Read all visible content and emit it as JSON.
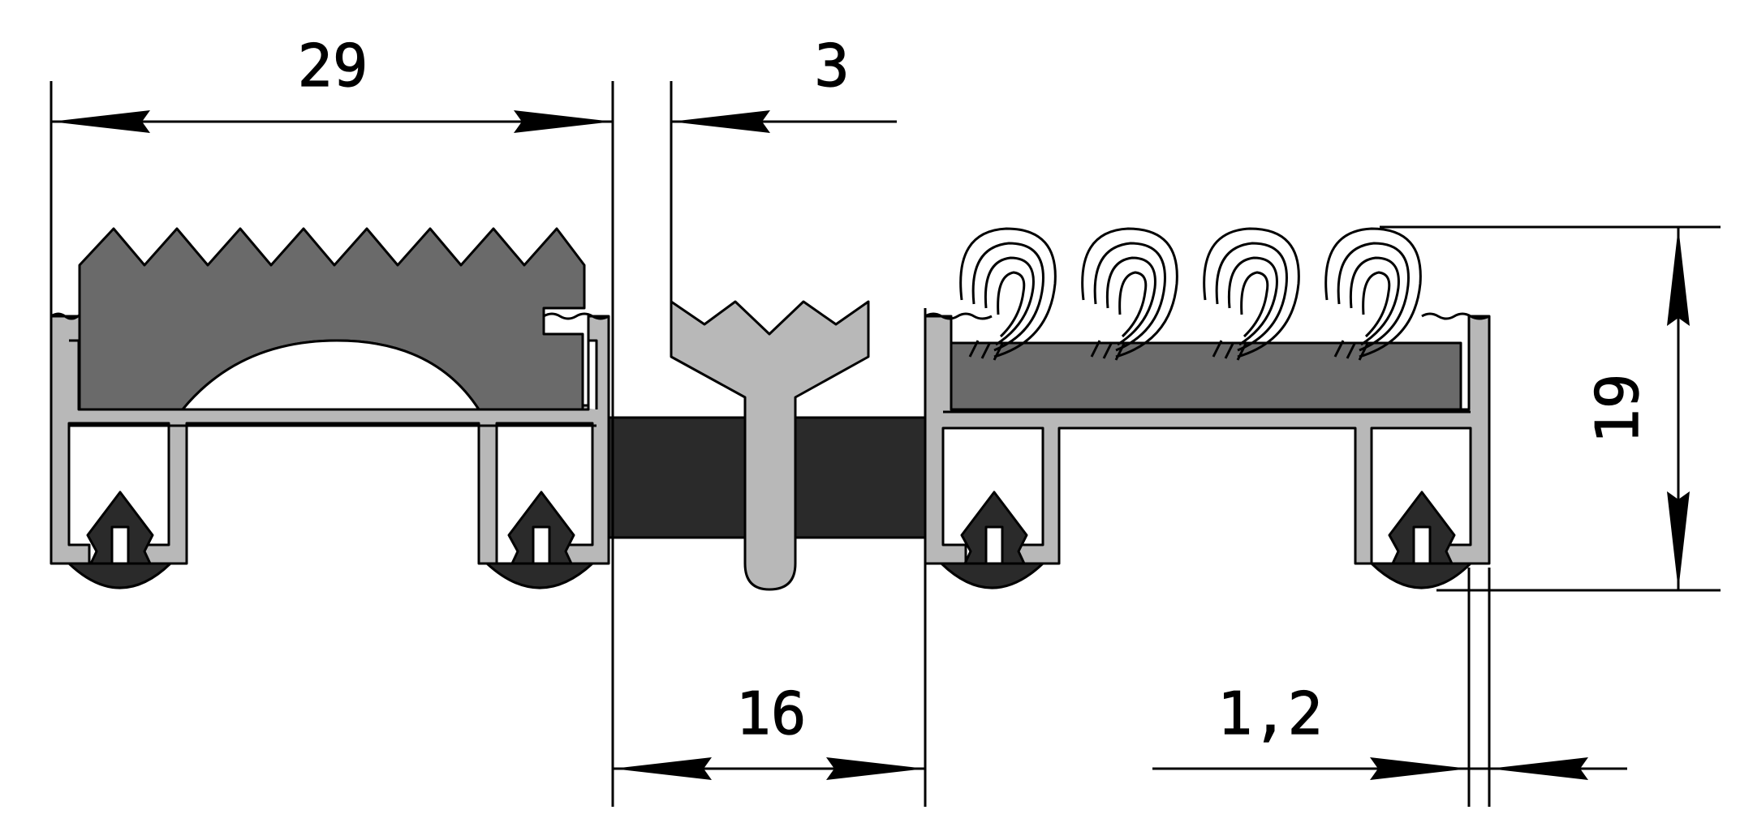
{
  "dimensions": {
    "width_left": "29",
    "gap_top": "3",
    "gap_bottom": "16",
    "wall_thickness": "1,2",
    "height": "19"
  },
  "colors": {
    "aluminium": "#b8b8b8",
    "insert_grey": "#6a6a6a",
    "rubber_black": "#2a2a2a",
    "lines": "#000000",
    "background": "#ffffff"
  }
}
